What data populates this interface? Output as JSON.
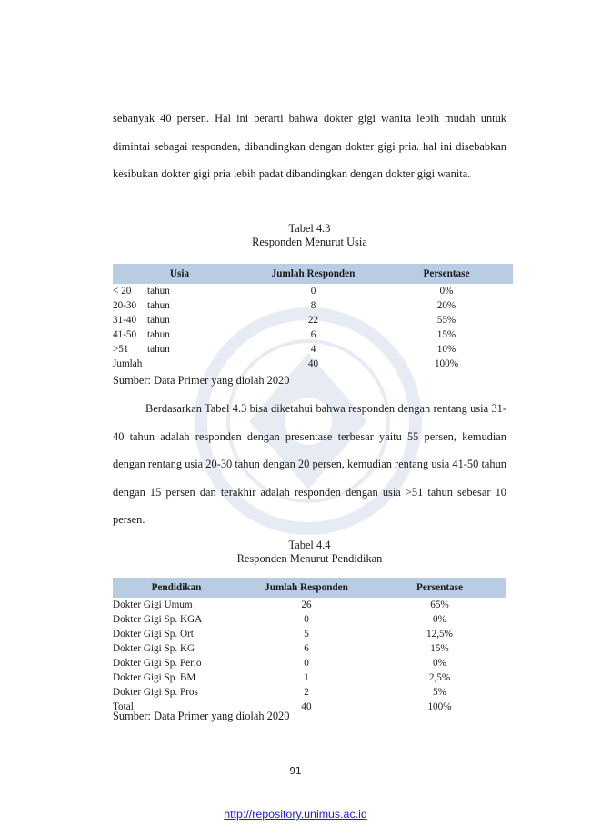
{
  "paragraphs": {
    "intro": "sebanyak 40 persen. Hal ini berarti bahwa dokter gigi wanita lebih mudah untuk dimintai sebagai responden, dibandingkan dengan dokter gigi pria. hal ini disebabkan kesibukan dokter gigi pria lebih padat dibandingkan dengan dokter gigi wanita.",
    "analysis": "Berdasarkan Tabel 4.3 bisa diketahui bahwa responden dengan rentang usia 31-40 tahun adalah responden dengan presentase terbesar yaitu 55 persen, kemudian dengan rentang usia 20-30 tahun dengan 20 persen, kemudian rentang usia 41-50 tahun dengan 15 persen dan terakhir adalah responden dengan usia >51 tahun sebesar 10 persen."
  },
  "table_age": {
    "caption_number": "Tabel 4.3",
    "caption_title": "Responden Menurut Usia",
    "headers": [
      "Usia",
      "Jumlah Responden",
      "Persentase"
    ],
    "rows": [
      {
        "range": "< 20",
        "unit": "tahun",
        "count": "0",
        "percent": "0%"
      },
      {
        "range": "20-30",
        "unit": "tahun",
        "count": "8",
        "percent": "20%"
      },
      {
        "range": "31-40",
        "unit": "tahun",
        "count": "22",
        "percent": "55%"
      },
      {
        "range": "41-50",
        "unit": "tahun",
        "count": "6",
        "percent": "15%"
      },
      {
        "range": ">51",
        "unit": "tahun",
        "count": "4",
        "percent": "10%"
      }
    ],
    "total": {
      "label": "Jumlah",
      "count": "40",
      "percent": "100%"
    },
    "source": "Sumber: Data Primer yang diolah 2020"
  },
  "table_education": {
    "caption_number": "Tabel 4.4",
    "caption_title": "Responden Menurut Pendidikan",
    "headers": [
      "Pendidikan",
      "Jumlah Responden",
      "Persentase"
    ],
    "rows": [
      {
        "label": "Dokter Gigi Umum",
        "count": "26",
        "percent": "65%"
      },
      {
        "label": "Dokter Gigi Sp. KGA",
        "count": "0",
        "percent": "0%"
      },
      {
        "label": "Dokter Gigi Sp. Ort",
        "count": "5",
        "percent": "12,5%"
      },
      {
        "label": "Dokter Gigi Sp. KG",
        "count": "6",
        "percent": "15%"
      },
      {
        "label": "Dokter Gigi Sp. Perio",
        "count": "0",
        "percent": "0%"
      },
      {
        "label": "Dokter Gigi Sp. BM",
        "count": "1",
        "percent": "2,5%"
      },
      {
        "label": "Dokter Gigi Sp. Pros",
        "count": "2",
        "percent": "5%"
      }
    ],
    "total": {
      "label": "Total",
      "count": "40",
      "percent": "100%"
    },
    "source": "Sumber: Data Primer yang diolah 2020"
  },
  "footer": {
    "page_number": "91",
    "url": "http://repository.unimus.ac.id"
  }
}
